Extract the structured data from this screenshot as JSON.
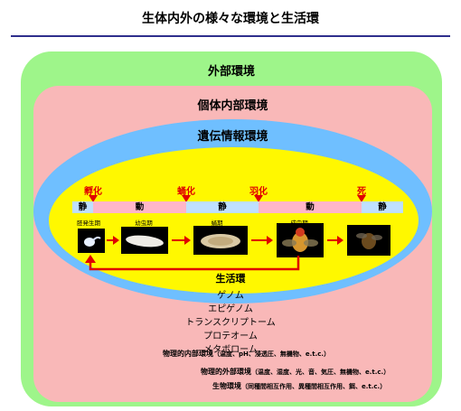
{
  "title": "生体内外の様々な環境と生活環",
  "regions": {
    "external": "外部環境",
    "individual": "個体内部環境",
    "genetic": "遺伝情報環境",
    "life_cycle": "生活環"
  },
  "events": [
    "孵化",
    "蛹化",
    "羽化",
    "死"
  ],
  "phases": [
    "静",
    "動",
    "静",
    "動",
    "静"
  ],
  "stages": [
    "胚発生期",
    "幼虫期",
    "蛹期",
    "成虫期"
  ],
  "omics": [
    "ゲノム",
    "エピゲノム",
    "トランスクリプトーム",
    "プロテオーム",
    "メタボローム"
  ],
  "environments": [
    {
      "name": "物理的内部環境",
      "detail": "（温度、pH、浸透圧、無機物、e.t.c.）"
    },
    {
      "name": "物理的外部環境",
      "detail": "（温度、湿度、光、音、気圧、無機物、e.t.c.）"
    },
    {
      "name": "生物環境",
      "detail": "（同種間相互作用、異種間相互作用、餌、e.t.c.）"
    }
  ],
  "colors": {
    "external": "#9ef58a",
    "individual": "#f9b8b8",
    "genetic": "#6fbfff",
    "life_cycle": "#fff800",
    "static_phase": "#bfe0ff",
    "active_phase": "#ffb6c8",
    "arrow": "#e00000"
  }
}
